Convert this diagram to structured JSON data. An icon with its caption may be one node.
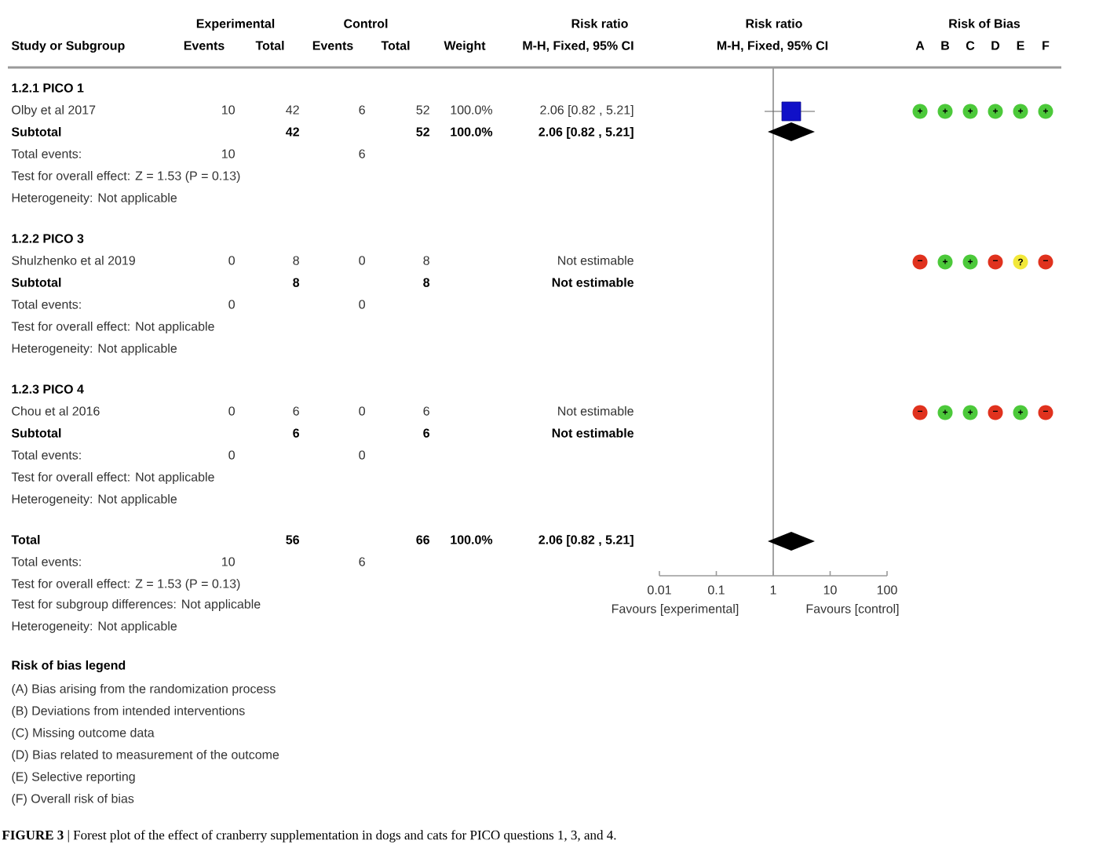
{
  "diagram": {
    "caption": "**FIGURE 3** | Forest plot of the effect of cranberry supplementation in dogs and cats for PICO questions 1, 3, and 4.",
    "labels": [
      "Experimental",
      "Control",
      "Risk ratio",
      "Risk ratio",
      "Risk of Bias",
      "Study or Subgroup",
      "Events",
      "Total",
      "Events",
      "Total",
      "Weight",
      "M-H, Fixed, 95% CI",
      "M-H, Fixed, 95% CI",
      "A",
      "B",
      "C",
      "D",
      "E",
      "F",
      "1.2.1 PICO 1",
      "Olby et al 2017",
      "10",
      "42",
      "6",
      "52",
      "100.0%",
      "2.06 [0.82 , 5.21]",
      "+",
      "+",
      "+",
      "+",
      "+",
      "+",
      "Subtotal",
      "42",
      "52",
      "100.0%",
      "2.06 [0.82 , 5.21]",
      "Total events:",
      "10",
      "6",
      "Test for overall effect: Z = 1.53 (P = 0.13)",
      "Heterogeneity: Not applicable",
      "1.2.2 PICO 3",
      "Shulzhenko et al 2019",
      "0",
      "8",
      "0",
      "8",
      "Not estimable",
      "−",
      "+",
      "+",
      "−",
      "?",
      "−",
      "Subtotal",
      "8",
      "8",
      "Not estimable",
      "Total events:",
      "0",
      "0",
      "Test for overall effect: Not applicable",
      "Heterogeneity: Not applicable",
      "1.2.3 PICO 4",
      "Chou et al 2016",
      "0",
      "6",
      "0",
      "6",
      "Not estimable",
      "−",
      "+",
      "+",
      "−",
      "+",
      "−",
      "Subtotal",
      "6",
      "6",
      "Not estimable",
      "Total events:",
      "0",
      "0",
      "Test for overall effect: Not applicable",
      "Heterogeneity: Not applicable",
      "Total",
      "56",
      "66",
      "100.0%",
      "2.06 [0.82 , 5.21]",
      "Total events:",
      "10",
      "6",
      "Test for overall effect: Z = 1.53 (P = 0.13)",
      "Test for subgroup differences: Not applicable",
      "Heterogeneity: Not applicable",
      "0.01",
      "0.1",
      "1",
      "10",
      "100",
      "Favours [experimental]",
      "Favours [control]",
      "Risk of bias legend",
      "(A) Bias arising from the randomization process",
      "(B) Deviations from intended interventions",
      "(C) Missing outcome data",
      "(D) Bias related to measurement of the outcome",
      "(E) Selective reporting",
      "(F) Overall risk of bias"
    ]
  }
}
